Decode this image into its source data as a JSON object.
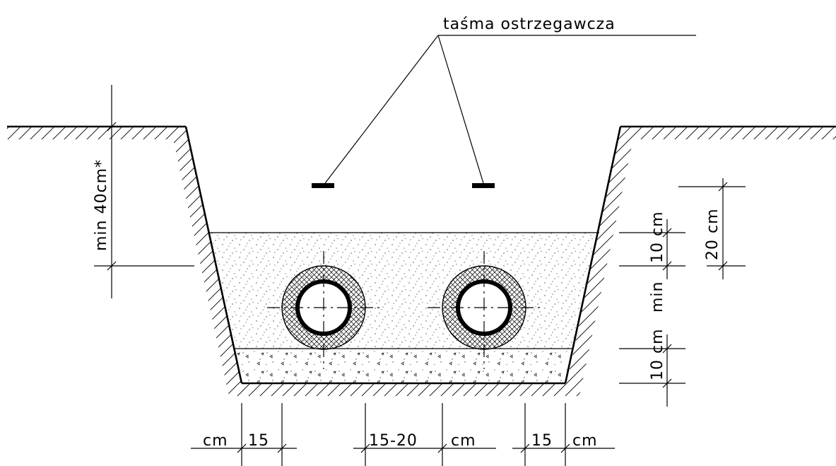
{
  "labels": {
    "warning_tape": "taśma ostrzegawcza",
    "min_cover": "min 40cm*",
    "tape_height": "20 cm",
    "pipe_cover": "10 cm",
    "min_label": "min",
    "bedding": "10 cm",
    "left_cm": "cm",
    "left_15": "15",
    "spacing": "15-20",
    "spacing_cm": "cm",
    "right_15": "15",
    "right_cm": "cm"
  }
}
